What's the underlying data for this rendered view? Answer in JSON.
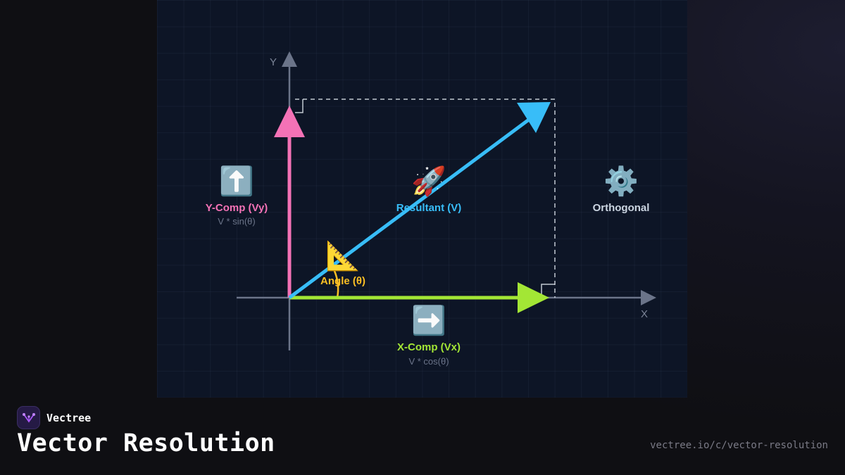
{
  "brand": {
    "name": "Vectree"
  },
  "page": {
    "title": "Vector Resolution",
    "url": "vectree.io/c/vector-resolution"
  },
  "colors": {
    "resultant": "#38bdf8",
    "y_component": "#f472b6",
    "x_component": "#a3e635",
    "angle": "#fbbf24",
    "axis": "#6b7489",
    "guide": "#e2e8f0",
    "accent": "#a855f7"
  },
  "diagram": {
    "axes": {
      "x_label": "X",
      "y_label": "Y"
    },
    "components": {
      "y": {
        "icon": "up-arrow-emoji",
        "emoji": "⬆️",
        "label": "Y-Comp (Vy)",
        "formula": "V * sin(θ)"
      },
      "x": {
        "icon": "right-arrow-emoji",
        "emoji": "➡️",
        "label": "X-Comp (Vx)",
        "formula": "V * cos(θ)"
      },
      "resultant": {
        "icon": "rocket-emoji",
        "emoji": "🚀",
        "label": "Resultant (V)"
      },
      "angle": {
        "icon": "triangular-ruler-emoji",
        "emoji": "📐",
        "label": "Angle (θ)"
      },
      "orthogonal": {
        "icon": "gear-emoji",
        "emoji": "⚙️",
        "label": "Orthogonal"
      }
    }
  }
}
